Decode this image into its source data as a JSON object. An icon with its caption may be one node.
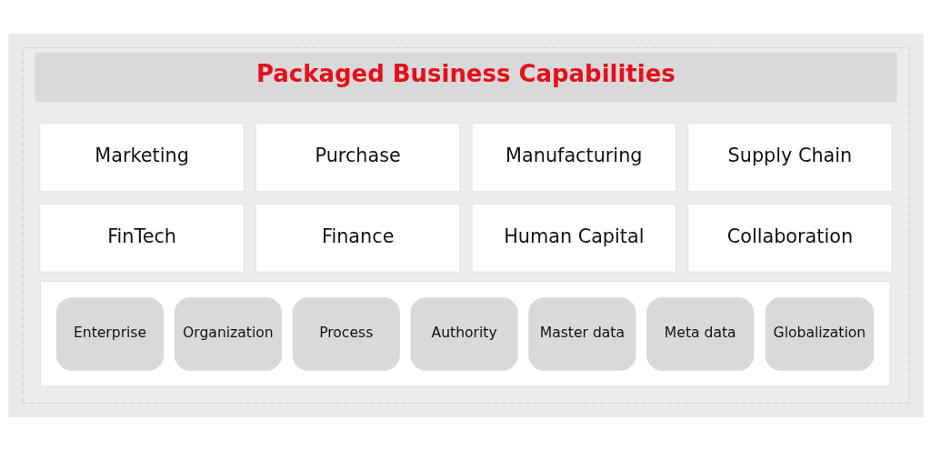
{
  "diagram": {
    "nodes": [
      {
        "text": [
          "Packaged Business Capabilities"
        ]
      },
      {
        "text": [
          "Marketing"
        ],
        "in": 0
      },
      {
        "text": [
          "Purchase"
        ],
        "in": 0
      },
      {
        "text": [
          "Manufacturing"
        ],
        "in": 0
      },
      {
        "text": [
          "Supply Chain"
        ],
        "in": 0
      },
      {
        "text": [
          "FinTech"
        ],
        "in": 0
      },
      {
        "text": [
          "Finance"
        ],
        "in": 0
      },
      {
        "text": [
          "Human Capital"
        ],
        "in": 0
      },
      {
        "text": [
          "Collaboration"
        ],
        "in": 0
      },
      {
        "text": [],
        "shape": "box",
        "in": 0
      },
      {
        "text": [
          "Enterprise"
        ],
        "in": 9
      },
      {
        "text": [
          "Organization"
        ],
        "in": 9
      },
      {
        "text": [
          "Process"
        ],
        "in": 9
      },
      {
        "text": [
          "Authority"
        ],
        "in": 9
      },
      {
        "text": [
          "Master data"
        ],
        "in": 9
      },
      {
        "text": [
          "Meta data"
        ],
        "in": 9
      },
      {
        "text": [
          "Globalization"
        ],
        "in": 9
      }
    ]
  }
}
